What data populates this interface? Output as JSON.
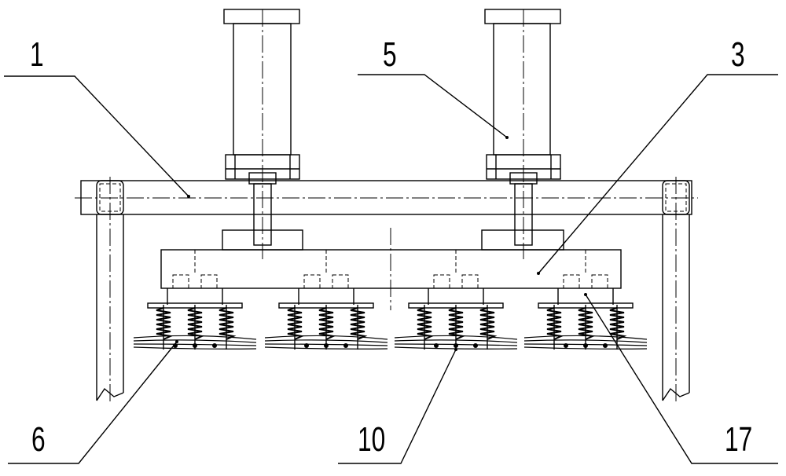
{
  "figure": {
    "labels": [
      {
        "id": "1",
        "text": "1"
      },
      {
        "id": "5",
        "text": "5"
      },
      {
        "id": "3",
        "text": "3"
      },
      {
        "id": "6",
        "text": "6"
      },
      {
        "id": "10",
        "text": "10"
      },
      {
        "id": "17",
        "text": "17"
      }
    ]
  }
}
